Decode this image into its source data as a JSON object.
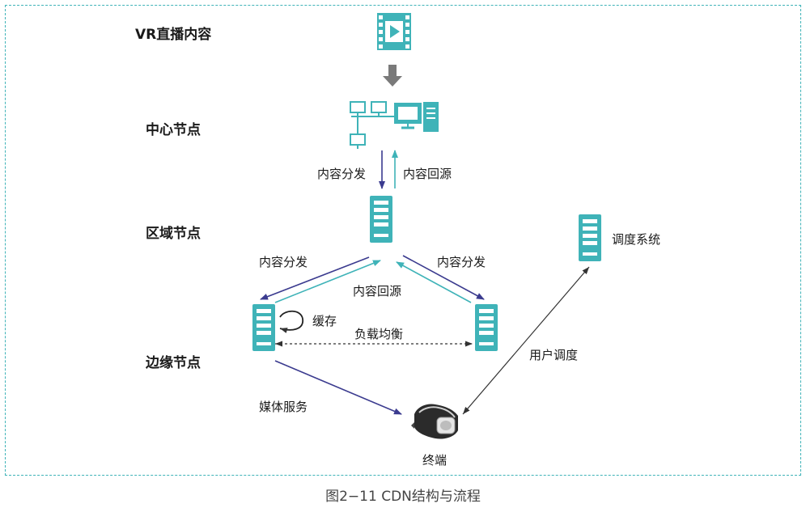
{
  "tiers": {
    "source": "VR直播内容",
    "center": "中心节点",
    "region": "区域节点",
    "edge": "边缘节点"
  },
  "edges": {
    "center_to_region_dist": "内容分发",
    "region_to_center_origin": "内容回源",
    "region_to_edge_left_dist": "内容分发",
    "region_to_edge_right_dist": "内容分发",
    "edges_to_region_origin": "内容回源",
    "cache": "缓存",
    "load_balance": "负载均衡",
    "media_service": "媒体服务",
    "user_dispatch": "用户调度"
  },
  "nodes": {
    "dispatch_system": "调度系统",
    "terminal": "终端"
  },
  "caption": "图2−11 CDN结构与流程",
  "colors": {
    "teal": "#3fb3b8",
    "navy": "#3b3b8f",
    "gray_arrow": "#7a7a7a",
    "dashed_border": "#3fb3b8"
  },
  "icons": [
    "video-film-icon",
    "network-computers-icon",
    "server-icon",
    "vr-headset-icon"
  ]
}
